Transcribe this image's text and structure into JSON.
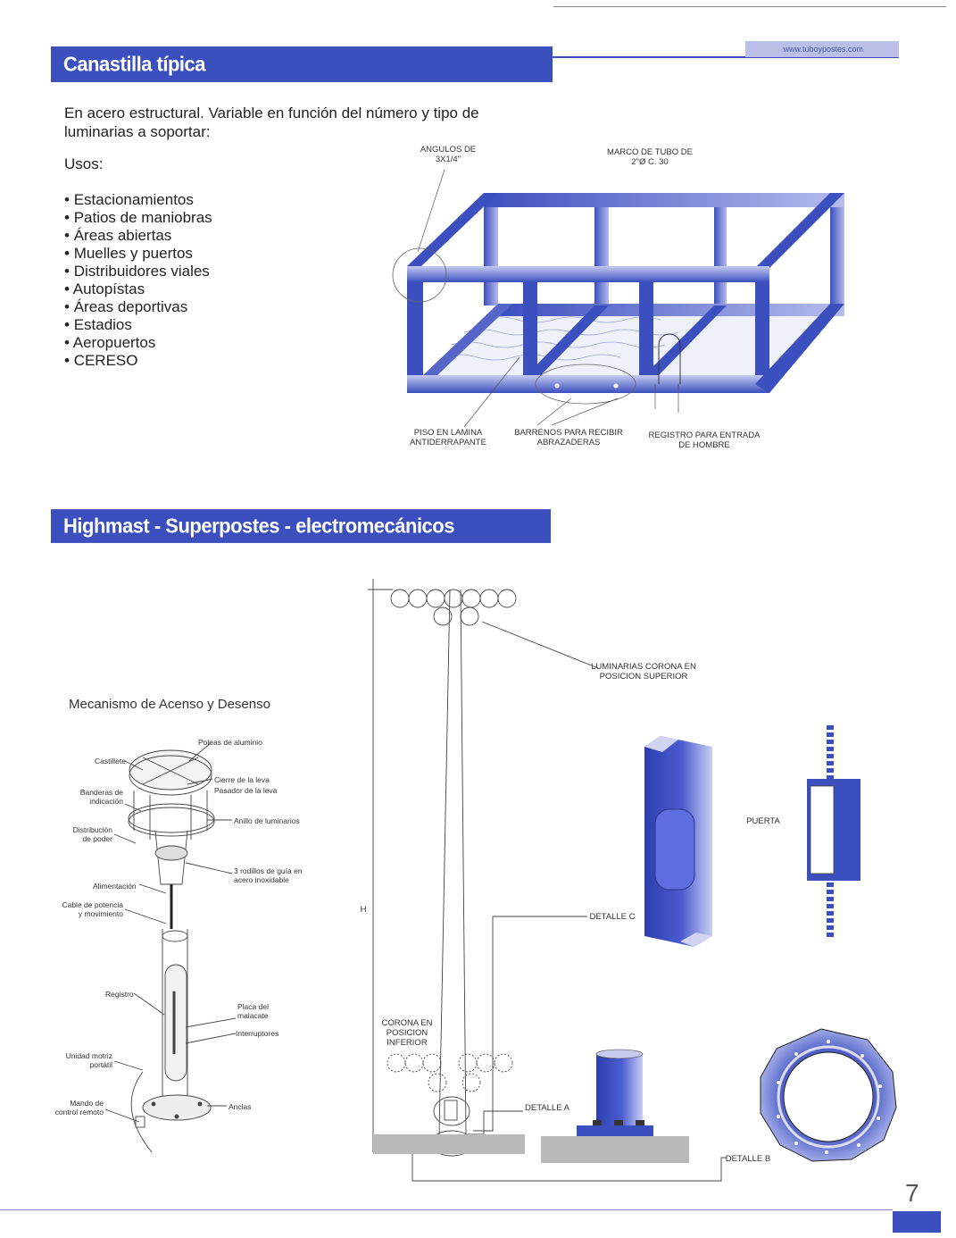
{
  "header": {
    "section1_title": "Canastilla típica",
    "website": "www.tuboypostes.com"
  },
  "basket": {
    "intro": "En acero estructural. Variable en función del número y tipo de luminarias a soportar:",
    "uses_title": "Usos:",
    "uses": [
      "Estacionamientos",
      "Patios de maniobras",
      "Áreas abiertas",
      "Muelles y puertos",
      "Distribuidores viales",
      "Autopístas",
      "Áreas deportivas",
      "Estadios",
      "Aeropuertos",
      "CERESO"
    ],
    "labels": {
      "angles": "ANGULOS DE 3X1/4\"",
      "frame": "MARCO DE TUBO DE 2\"Ø C. 30",
      "floor": "PISO EN LAMINA ANTIDERRAPANTE",
      "holes": "BARRENOS PARA RECIBIR ABRAZADERAS",
      "manhole": "REGISTRO PARA ENTRADA DE HOMBRE"
    },
    "colors": {
      "blue": "#3b4fbf",
      "light_blue": "#a9b2e6"
    }
  },
  "highmast": {
    "section2_title": "Highmast - Superpostes - electromecánicos",
    "mechanism_title": "Mecanismo de Acenso y Desenso",
    "mechanism_labels": {
      "poleas": "Poleas de aluminio",
      "castillete": "Castillete",
      "cierre": "Cierre de la leva",
      "pasador": "Pasador de la leva",
      "banderas": "Banderas de indicación",
      "anillo": "Anillo de luminarios",
      "distribucion": "Distribución de poder",
      "rodillos": "3 rodillos de guía en acero inoxidable",
      "alimentacion": "Alimentación",
      "cable": "Cable de potencia y movimiento",
      "registro": "Registro",
      "placa": "Placa del malacate",
      "interruptores": "Interruptores",
      "unidad": "Unidad motriz portátil",
      "mando": "Mando de control remoto",
      "anclas": "Anclas"
    },
    "pole_labels": {
      "luminarias": "LUMINARIAS CORONA EN POSICION SUPERIOR",
      "h": "H",
      "detalle_c": "DETALLE C",
      "puerta": "PUERTA",
      "corona_inferior": "CORONA EN POSICION INFERIOR",
      "detalle_a": "DETALLE A",
      "detalle_b": "DETALLE B"
    }
  },
  "footer": {
    "page_number": "7"
  }
}
